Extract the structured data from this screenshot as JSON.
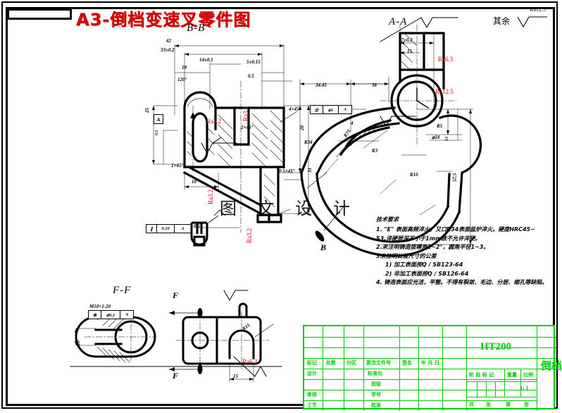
{
  "sheet": {
    "main_title": "A3-倒档变速叉零件图",
    "watermark": "图 文 设 计",
    "general_finish_label": "其余",
    "general_finish_value": "Ra12.5"
  },
  "views": {
    "bb": {
      "label": "B-B"
    },
    "aa": {
      "label": "A-A"
    },
    "ff": {
      "label": "F-F"
    },
    "section_arrow_b": "B",
    "section_arrow_f_top": "F",
    "section_arrow_f_bottom": "F"
  },
  "dimensions": {
    "bb": [
      "42",
      "33±0.2",
      "14±0.1",
      "5±0.15",
      "0.5",
      "120°",
      "18",
      "25",
      "0.5",
      "31",
      "20",
      "1×45°",
      "0.5×45°",
      "10",
      "0.5",
      "4×45°",
      "2×45°"
    ],
    "aa": [
      "34.45",
      "38",
      "17±0.2",
      "15",
      "R34",
      "R75",
      "R3",
      "R5",
      "R10",
      "⌀24",
      "⌀1",
      "4",
      "57.5",
      "13",
      "1"
    ],
    "ff": [
      "M10×1-20",
      "⌀0.2",
      "R15",
      "15",
      "20"
    ]
  },
  "datums": {
    "a": "A",
    "b": "B",
    "f": "F"
  },
  "tolerances": {
    "bb_parallelism": {
      "symbol": "∥",
      "value": "0.10",
      "datum": "A"
    },
    "aa_position": {
      "symbol": "◎",
      "value": "⌀1",
      "datum": "A"
    },
    "ff_position": {
      "symbol": "⊕",
      "value": "⌀0.2",
      "datum": "A"
    }
  },
  "surface_finish": {
    "bb_ra32_a": "Ra3.2",
    "bb_ra32_b": "Ra3.2",
    "bb_ra32_c": "Ra3.2",
    "bb_ra32_d": "Ra3.2",
    "aa_ra63": "Ra6.3",
    "aa_ra125": "Ra12.5",
    "ff_ra63": "Ra6.3"
  },
  "technical_requirements": {
    "heading": "技术要求",
    "lines": [
      "1. \"E\" 表面高频淬火，又口R34表面盐炉淬火。硬度HRC45~",
      "53,淬硬层深不小于1mm故不允许淬硬。",
      "2.未注明铸造拔模角1~2°，圆角半径1~3。",
      "3未注明公差尺寸的公差",
      "1) 加工表面按Q / SB123-64",
      "2) 非加工表面按Q / SB126-64",
      "4. 铸造表面应光洁，平整。不得有裂敛、毛边、分层、缩孔等缺陷。"
    ]
  },
  "title_block": {
    "material": "HT200",
    "part_name": "倒档变速叉",
    "scale_value": "1: 1",
    "rev_headers": [
      "标记",
      "处数",
      "分区",
      "更改文件号",
      "签名",
      "年 月 日"
    ],
    "left_rows": [
      "设计",
      "",
      "审核",
      "工艺"
    ],
    "mid_rows": [
      "标准化",
      "班级",
      "学号",
      "批准"
    ],
    "stage_headers": [
      "阶 段 标 记",
      "重量",
      "比例"
    ],
    "sheet_count": [
      "共",
      "张",
      "第",
      "张"
    ]
  }
}
